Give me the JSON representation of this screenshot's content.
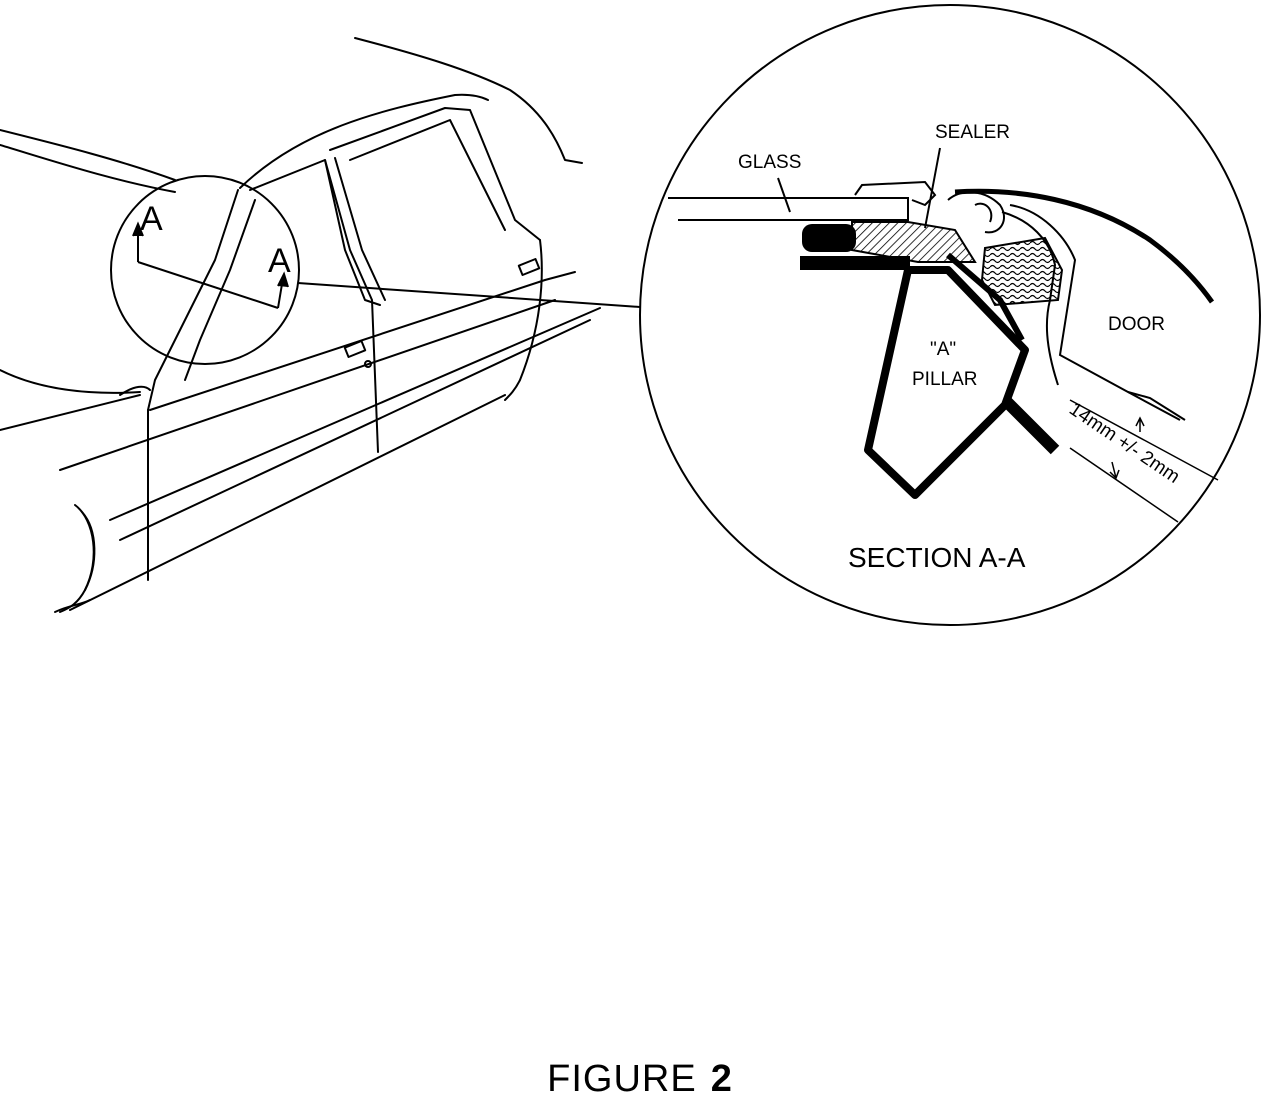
{
  "car_view": {
    "marker_left": "A",
    "marker_right": "A"
  },
  "section": {
    "glass_label": "GLASS",
    "sealer_label": "SEALER",
    "door_label": "DOOR",
    "pillar_label_line1": "\"A\"",
    "pillar_label_line2": "PILLAR",
    "dimension_label": "14mm +/- 2mm",
    "title": "SECTION A-A"
  },
  "caption": {
    "word": "FIGURE",
    "number": "2"
  },
  "colors": {
    "ink": "#000000",
    "paper": "#ffffff"
  }
}
